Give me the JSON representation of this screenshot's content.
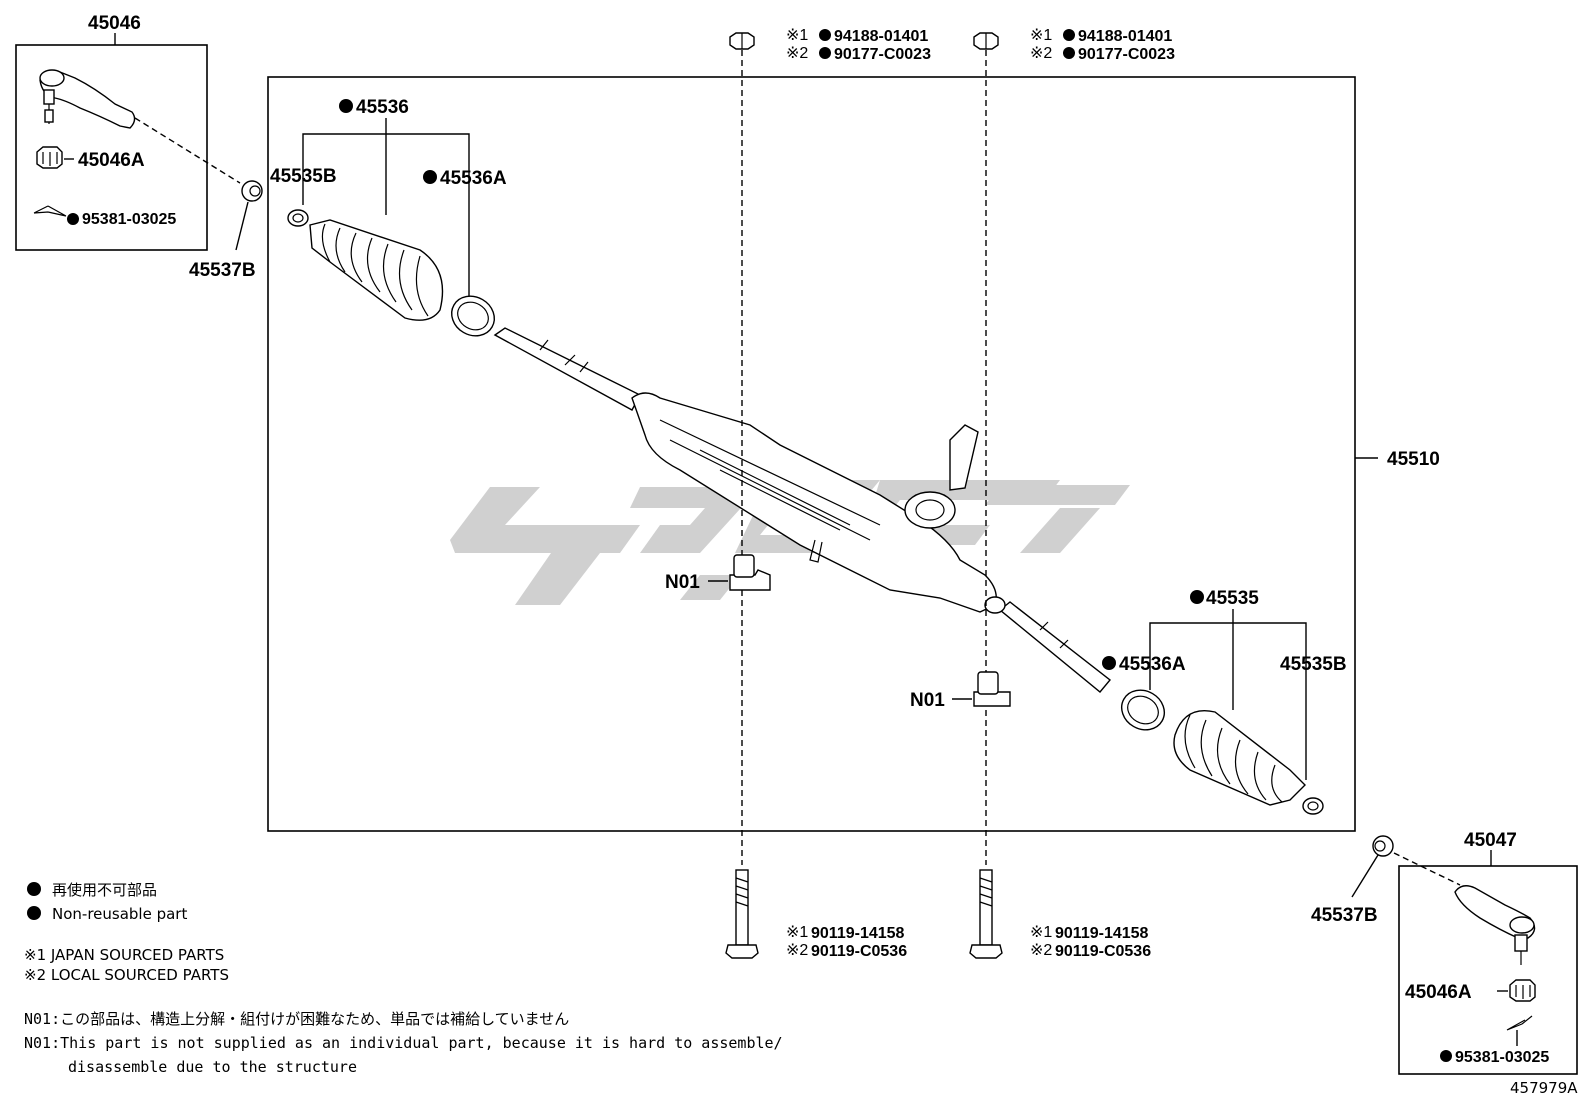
{
  "diagram": {
    "figure_id": "457979A",
    "assembly_label": "45510",
    "left_tie_rod": {
      "kit": "45046",
      "nut": "45046A",
      "pin": "95381-03025",
      "boot_bushing": "45537B"
    },
    "right_tie_rod": {
      "kit": "45047",
      "nut": "45046A",
      "pin": "95381-03025",
      "boot_bushing": "45537B"
    },
    "left_boot_group": {
      "boot": "45536",
      "clip_small": "45535B",
      "clamp_large": "45536A"
    },
    "right_boot_group": {
      "boot": "45535",
      "clamp_large": "45536A",
      "clip_small": "45535B"
    },
    "top_nuts": [
      {
        "line1_mark": "※1",
        "line1_pn": "94188-01401",
        "line2_mark": "※2",
        "line2_pn": "90177-C0023"
      },
      {
        "line1_mark": "※1",
        "line1_pn": "94188-01401",
        "line2_mark": "※2",
        "line2_pn": "90177-C0023"
      }
    ],
    "bottom_bolts": [
      {
        "line1_mark": "※1",
        "line1_pn": "90119-14158",
        "line2_mark": "※2",
        "line2_pn": "90119-C0536"
      },
      {
        "line1_mark": "※1",
        "line1_pn": "90119-14158",
        "line2_mark": "※2",
        "line2_pn": "90119-C0536"
      }
    ],
    "grommet_label": "N01"
  },
  "legend": {
    "non_reusable_ja": "再使用不可部品",
    "non_reusable_en": "Non-reusable part",
    "sourced_1": "※1 JAPAN SOURCED PARTS",
    "sourced_2": "※2 LOCAL SOURCED PARTS",
    "n01_note_ja": "N01:この部品は、構造上分解・組付けが困難なため、単品では補給していません",
    "n01_note_en_line1": "N01:This part is not supplied as an individual part, because it is hard to assemble/",
    "n01_note_en_line2": "disassemble due to the structure"
  },
  "colors": {
    "line": "#000000",
    "watermark": "#c8c8c8",
    "background": "#ffffff"
  }
}
